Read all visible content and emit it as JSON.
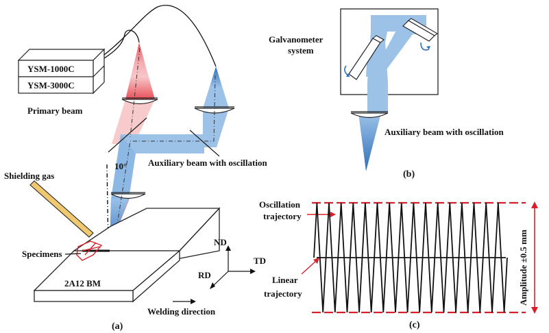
{
  "panel_a": {
    "laser_top": "YSM-1000C",
    "laser_bottom": "YSM-3000C",
    "primary_beam": "Primary  beam",
    "auxiliary_beam": "Auxiliary beam with oscillation",
    "angle": "10°",
    "shielding_gas": "Shielding gas",
    "specimens": "Specimens",
    "base_metal": "2A12 BM",
    "axis_nd": "ND",
    "axis_td": "TD",
    "axis_rd": "RD",
    "welding_direction": "Welding direction",
    "caption": "(a)"
  },
  "panel_b": {
    "galvanometer_line1": "Galvanometer",
    "galvanometer_line2": "system",
    "auxiliary_beam": "Auxiliary beam with oscillation",
    "caption": "(b)"
  },
  "panel_c": {
    "oscillation_line1": "Oscillation",
    "oscillation_line2": "trajectory",
    "linear_line1": "Linear",
    "linear_line2": "trajectory",
    "amplitude": "Amplitude ±0.5 mm",
    "caption": "(c)",
    "cycles": 16
  },
  "colors": {
    "primary_beam": "#e8474f",
    "auxiliary_beam": "#4f8fd1",
    "amplitude_marker": "#d8202a",
    "gas_nozzle": "#f0c870"
  }
}
